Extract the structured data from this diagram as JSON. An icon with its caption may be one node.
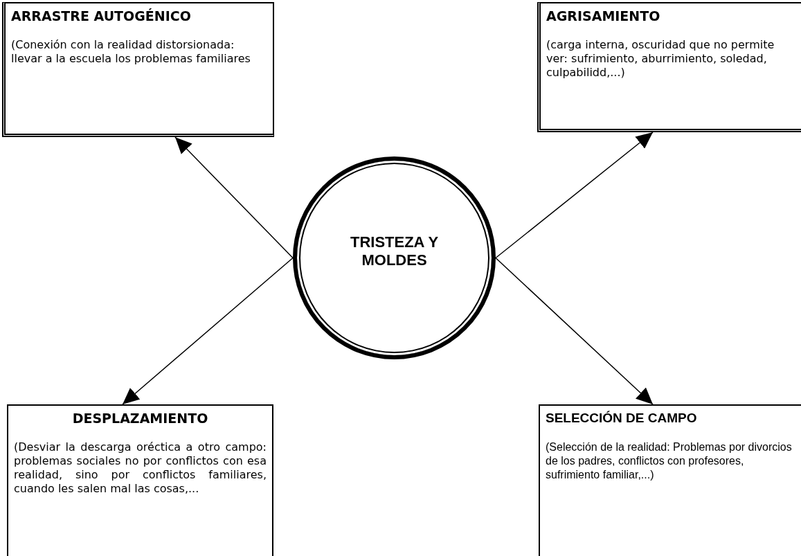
{
  "diagram": {
    "nodes": [
      {
        "text": [
          "ARRASTRE AUTOGÉNICO",
          "(Conexión con la realidad distorsionada: llevar a la escuela los problemas familiares"
        ]
      },
      {
        "text": [
          "AGRISAMIENTO",
          "(carga interna, oscuridad que no permite ver: sufrimiento, aburrimiento, soledad, culpabilidd,...)"
        ]
      },
      {
        "text": [
          "TRISTEZA Y MOLDES"
        ]
      },
      {
        "text": [
          "DESPLAZAMIENTO",
          "(Desviar la descarga oréctica a otro campo: problemas sociales no por conflictos con esa realidad, sino por conflictos familiares, cuando les salen mal las cosas,..."
        ]
      },
      {
        "text": [
          "SELECCIÓN DE CAMPO",
          "(Selección de la realidad: Problemas por divorcios de los padres, conflictos con profesores, sufrimiento familiar,...)"
        ]
      }
    ],
    "edges": [
      {
        "from": 2,
        "to": 0,
        "arrow": "to"
      },
      {
        "from": 2,
        "to": 1,
        "arrow": "to"
      },
      {
        "from": 2,
        "to": 3,
        "arrow": "to"
      },
      {
        "from": 2,
        "to": 4,
        "arrow": "to"
      }
    ]
  }
}
